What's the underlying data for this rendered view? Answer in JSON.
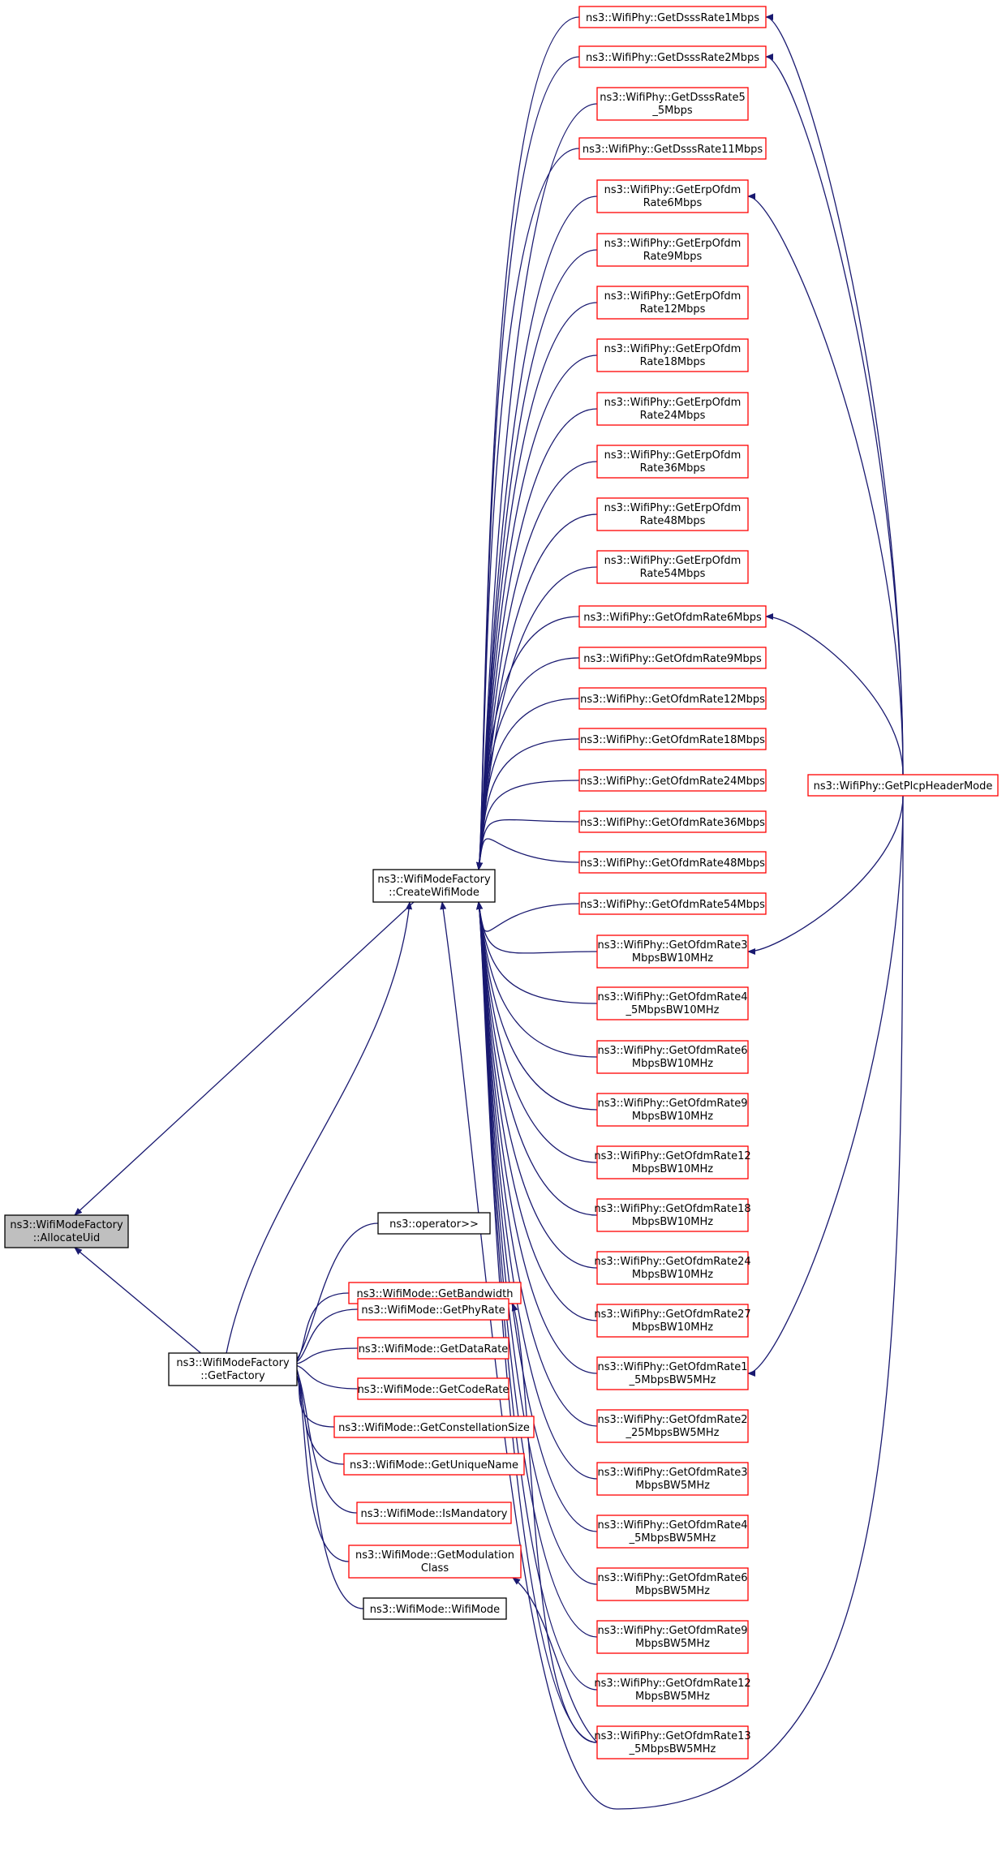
{
  "colors": {
    "edge": "#191970",
    "root_fill": "#bfbfbf",
    "root_stroke": "#000000",
    "plain_stroke": "#000000",
    "link_stroke": "#ff0000",
    "node_fill": "#ffffff"
  },
  "nodes": [
    {
      "id": "allocate",
      "lines": [
        "ns3::WifiModeFactory",
        "::AllocateUid"
      ],
      "kind": "root"
    },
    {
      "id": "create",
      "lines": [
        "ns3::WifiModeFactory",
        "::CreateWifiMode"
      ],
      "kind": "plain"
    },
    {
      "id": "getfactory",
      "lines": [
        "ns3::WifiModeFactory",
        "::GetFactory"
      ],
      "kind": "plain"
    },
    {
      "id": "operator",
      "lines": [
        "ns3::operator>>"
      ],
      "kind": "plain"
    },
    {
      "id": "wifimode",
      "lines": [
        "ns3::WifiMode::WifiMode"
      ],
      "kind": "plain"
    },
    {
      "id": "plcp",
      "lines": [
        "ns3::WifiPhy::GetPlcpHeaderMode"
      ],
      "kind": "link"
    },
    {
      "id": "bandwidth",
      "lines": [
        "ns3::WifiMode::GetBandwidth"
      ],
      "kind": "link"
    },
    {
      "id": "phyrate",
      "lines": [
        "ns3::WifiMode::GetPhyRate"
      ],
      "kind": "link"
    },
    {
      "id": "datarate",
      "lines": [
        "ns3::WifiMode::GetDataRate"
      ],
      "kind": "link"
    },
    {
      "id": "coderate",
      "lines": [
        "ns3::WifiMode::GetCodeRate"
      ],
      "kind": "link"
    },
    {
      "id": "constsize",
      "lines": [
        "ns3::WifiMode::GetConstellationSize"
      ],
      "kind": "link"
    },
    {
      "id": "uniquename",
      "lines": [
        "ns3::WifiMode::GetUniqueName"
      ],
      "kind": "link"
    },
    {
      "id": "ismandatory",
      "lines": [
        "ns3::WifiMode::IsMandatory"
      ],
      "kind": "link"
    },
    {
      "id": "modclass",
      "lines": [
        "ns3::WifiMode::GetModulation",
        "Class"
      ],
      "kind": "link"
    },
    {
      "id": "dsss1",
      "lines": [
        "ns3::WifiPhy::GetDsssRate1Mbps"
      ],
      "kind": "link"
    },
    {
      "id": "dsss2",
      "lines": [
        "ns3::WifiPhy::GetDsssRate2Mbps"
      ],
      "kind": "link"
    },
    {
      "id": "dsss55",
      "lines": [
        "ns3::WifiPhy::GetDsssRate5",
        "_5Mbps"
      ],
      "kind": "link"
    },
    {
      "id": "dsss11",
      "lines": [
        "ns3::WifiPhy::GetDsssRate11Mbps"
      ],
      "kind": "link"
    },
    {
      "id": "erp6",
      "lines": [
        "ns3::WifiPhy::GetErpOfdm",
        "Rate6Mbps"
      ],
      "kind": "link"
    },
    {
      "id": "erp9",
      "lines": [
        "ns3::WifiPhy::GetErpOfdm",
        "Rate9Mbps"
      ],
      "kind": "link"
    },
    {
      "id": "erp12",
      "lines": [
        "ns3::WifiPhy::GetErpOfdm",
        "Rate12Mbps"
      ],
      "kind": "link"
    },
    {
      "id": "erp18",
      "lines": [
        "ns3::WifiPhy::GetErpOfdm",
        "Rate18Mbps"
      ],
      "kind": "link"
    },
    {
      "id": "erp24",
      "lines": [
        "ns3::WifiPhy::GetErpOfdm",
        "Rate24Mbps"
      ],
      "kind": "link"
    },
    {
      "id": "erp36",
      "lines": [
        "ns3::WifiPhy::GetErpOfdm",
        "Rate36Mbps"
      ],
      "kind": "link"
    },
    {
      "id": "erp48",
      "lines": [
        "ns3::WifiPhy::GetErpOfdm",
        "Rate48Mbps"
      ],
      "kind": "link"
    },
    {
      "id": "erp54",
      "lines": [
        "ns3::WifiPhy::GetErpOfdm",
        "Rate54Mbps"
      ],
      "kind": "link"
    },
    {
      "id": "ofdm6",
      "lines": [
        "ns3::WifiPhy::GetOfdmRate6Mbps"
      ],
      "kind": "link"
    },
    {
      "id": "ofdm9",
      "lines": [
        "ns3::WifiPhy::GetOfdmRate9Mbps"
      ],
      "kind": "link"
    },
    {
      "id": "ofdm12",
      "lines": [
        "ns3::WifiPhy::GetOfdmRate12Mbps"
      ],
      "kind": "link"
    },
    {
      "id": "ofdm18",
      "lines": [
        "ns3::WifiPhy::GetOfdmRate18Mbps"
      ],
      "kind": "link"
    },
    {
      "id": "ofdm24",
      "lines": [
        "ns3::WifiPhy::GetOfdmRate24Mbps"
      ],
      "kind": "link"
    },
    {
      "id": "ofdm36",
      "lines": [
        "ns3::WifiPhy::GetOfdmRate36Mbps"
      ],
      "kind": "link"
    },
    {
      "id": "ofdm48",
      "lines": [
        "ns3::WifiPhy::GetOfdmRate48Mbps"
      ],
      "kind": "link"
    },
    {
      "id": "ofdm54",
      "lines": [
        "ns3::WifiPhy::GetOfdmRate54Mbps"
      ],
      "kind": "link"
    },
    {
      "id": "b10_3",
      "lines": [
        "ns3::WifiPhy::GetOfdmRate3",
        "MbpsBW10MHz"
      ],
      "kind": "link"
    },
    {
      "id": "b10_45",
      "lines": [
        "ns3::WifiPhy::GetOfdmRate4",
        "_5MbpsBW10MHz"
      ],
      "kind": "link"
    },
    {
      "id": "b10_6",
      "lines": [
        "ns3::WifiPhy::GetOfdmRate6",
        "MbpsBW10MHz"
      ],
      "kind": "link"
    },
    {
      "id": "b10_9",
      "lines": [
        "ns3::WifiPhy::GetOfdmRate9",
        "MbpsBW10MHz"
      ],
      "kind": "link"
    },
    {
      "id": "b10_12",
      "lines": [
        "ns3::WifiPhy::GetOfdmRate12",
        "MbpsBW10MHz"
      ],
      "kind": "link"
    },
    {
      "id": "b10_18",
      "lines": [
        "ns3::WifiPhy::GetOfdmRate18",
        "MbpsBW10MHz"
      ],
      "kind": "link"
    },
    {
      "id": "b10_24",
      "lines": [
        "ns3::WifiPhy::GetOfdmRate24",
        "MbpsBW10MHz"
      ],
      "kind": "link"
    },
    {
      "id": "b10_27",
      "lines": [
        "ns3::WifiPhy::GetOfdmRate27",
        "MbpsBW10MHz"
      ],
      "kind": "link"
    },
    {
      "id": "b5_15",
      "lines": [
        "ns3::WifiPhy::GetOfdmRate1",
        "_5MbpsBW5MHz"
      ],
      "kind": "link"
    },
    {
      "id": "b5_225",
      "lines": [
        "ns3::WifiPhy::GetOfdmRate2",
        "_25MbpsBW5MHz"
      ],
      "kind": "link"
    },
    {
      "id": "b5_3",
      "lines": [
        "ns3::WifiPhy::GetOfdmRate3",
        "MbpsBW5MHz"
      ],
      "kind": "link"
    },
    {
      "id": "b5_45",
      "lines": [
        "ns3::WifiPhy::GetOfdmRate4",
        "_5MbpsBW5MHz"
      ],
      "kind": "link"
    },
    {
      "id": "b5_6",
      "lines": [
        "ns3::WifiPhy::GetOfdmRate6",
        "MbpsBW5MHz"
      ],
      "kind": "link"
    },
    {
      "id": "b5_9",
      "lines": [
        "ns3::WifiPhy::GetOfdmRate9",
        "MbpsBW5MHz"
      ],
      "kind": "link"
    },
    {
      "id": "b5_12",
      "lines": [
        "ns3::WifiPhy::GetOfdmRate12",
        "MbpsBW5MHz"
      ],
      "kind": "link"
    },
    {
      "id": "b5_135",
      "lines": [
        "ns3::WifiPhy::GetOfdmRate13",
        "_5MbpsBW5MHz"
      ],
      "kind": "link"
    }
  ],
  "edges": [
    [
      "create",
      "allocate"
    ],
    [
      "getfactory",
      "allocate"
    ],
    [
      "getfactory",
      "create"
    ],
    [
      "operator",
      "getfactory"
    ],
    [
      "bandwidth",
      "getfactory"
    ],
    [
      "phyrate",
      "getfactory"
    ],
    [
      "datarate",
      "getfactory"
    ],
    [
      "coderate",
      "getfactory"
    ],
    [
      "constsize",
      "getfactory"
    ],
    [
      "uniquename",
      "getfactory"
    ],
    [
      "ismandatory",
      "getfactory"
    ],
    [
      "modclass",
      "getfactory"
    ],
    [
      "wifimode",
      "getfactory"
    ],
    [
      "dsss1",
      "create"
    ],
    [
      "dsss2",
      "create"
    ],
    [
      "dsss55",
      "create"
    ],
    [
      "dsss11",
      "create"
    ],
    [
      "erp6",
      "create"
    ],
    [
      "erp9",
      "create"
    ],
    [
      "erp12",
      "create"
    ],
    [
      "erp18",
      "create"
    ],
    [
      "erp24",
      "create"
    ],
    [
      "erp36",
      "create"
    ],
    [
      "erp48",
      "create"
    ],
    [
      "erp54",
      "create"
    ],
    [
      "ofdm6",
      "create"
    ],
    [
      "ofdm9",
      "create"
    ],
    [
      "ofdm12",
      "create"
    ],
    [
      "ofdm18",
      "create"
    ],
    [
      "ofdm24",
      "create"
    ],
    [
      "ofdm36",
      "create"
    ],
    [
      "ofdm48",
      "create"
    ],
    [
      "ofdm54",
      "create"
    ],
    [
      "b10_3",
      "create"
    ],
    [
      "b10_45",
      "create"
    ],
    [
      "b10_6",
      "create"
    ],
    [
      "b10_9",
      "create"
    ],
    [
      "b10_12",
      "create"
    ],
    [
      "b10_18",
      "create"
    ],
    [
      "b10_24",
      "create"
    ],
    [
      "b10_27",
      "create"
    ],
    [
      "b5_15",
      "create"
    ],
    [
      "b5_225",
      "create"
    ],
    [
      "b5_3",
      "create"
    ],
    [
      "b5_45",
      "create"
    ],
    [
      "b5_6",
      "create"
    ],
    [
      "b5_9",
      "create"
    ],
    [
      "b5_12",
      "create"
    ],
    [
      "b5_135",
      "create"
    ],
    [
      "plcp",
      "create"
    ],
    [
      "plcp",
      "dsss1"
    ],
    [
      "plcp",
      "dsss2"
    ],
    [
      "plcp",
      "erp6"
    ],
    [
      "plcp",
      "ofdm6"
    ],
    [
      "plcp",
      "b10_3"
    ],
    [
      "plcp",
      "b5_15"
    ],
    [
      "b5_135",
      "bandwidth"
    ],
    [
      "b5_135",
      "modclass"
    ]
  ]
}
